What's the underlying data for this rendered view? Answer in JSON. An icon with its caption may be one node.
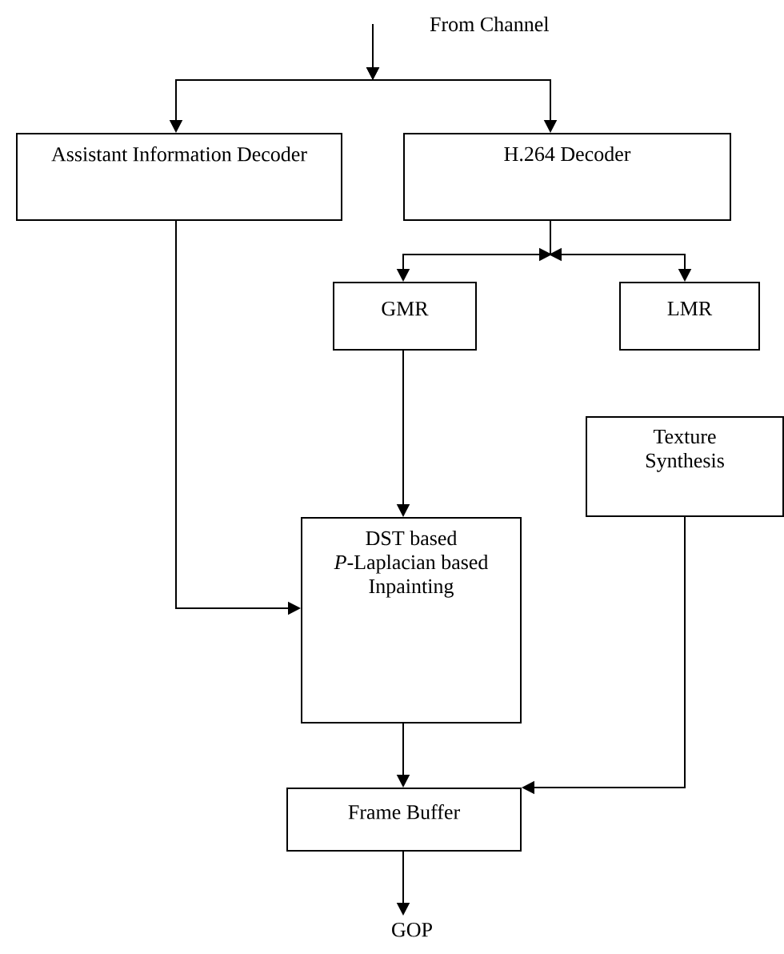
{
  "diagram": {
    "nodes": [
      {
        "text": [
          "Assistant Information Decoder"
        ]
      },
      {
        "text": [
          "H.264 Decoder"
        ]
      },
      {
        "text": [
          "GMR"
        ]
      },
      {
        "text": [
          "LMR"
        ]
      },
      {
        "text": [
          "Texture Synthesis"
        ]
      },
      {
        "text": [
          "DST based *P*-Laplacian based Inpainting"
        ]
      },
      {
        "text": [
          "Frame Buffer"
        ]
      },
      {
        "text": [
          "GOP"
        ]
      }
    ],
    "edges": [
      {
        "from": null,
        "to": 0,
        "arrow": "to"
      },
      {
        "from": null,
        "to": 1,
        "arrow": "to"
      },
      {
        "from": 1,
        "to": 2,
        "arrow": "to"
      },
      {
        "from": 1,
        "to": 3,
        "arrow": "to"
      },
      {
        "from": 2,
        "to": 5,
        "arrow": "to"
      },
      {
        "from": 0,
        "to": 5,
        "arrow": "to"
      },
      {
        "from": 5,
        "to": 6,
        "arrow": "to"
      },
      {
        "from": 4,
        "to": 6,
        "arrow": "to"
      },
      {
        "from": 6,
        "to": 7,
        "arrow": "to"
      }
    ],
    "labels": [
      "From Channel"
    ]
  }
}
